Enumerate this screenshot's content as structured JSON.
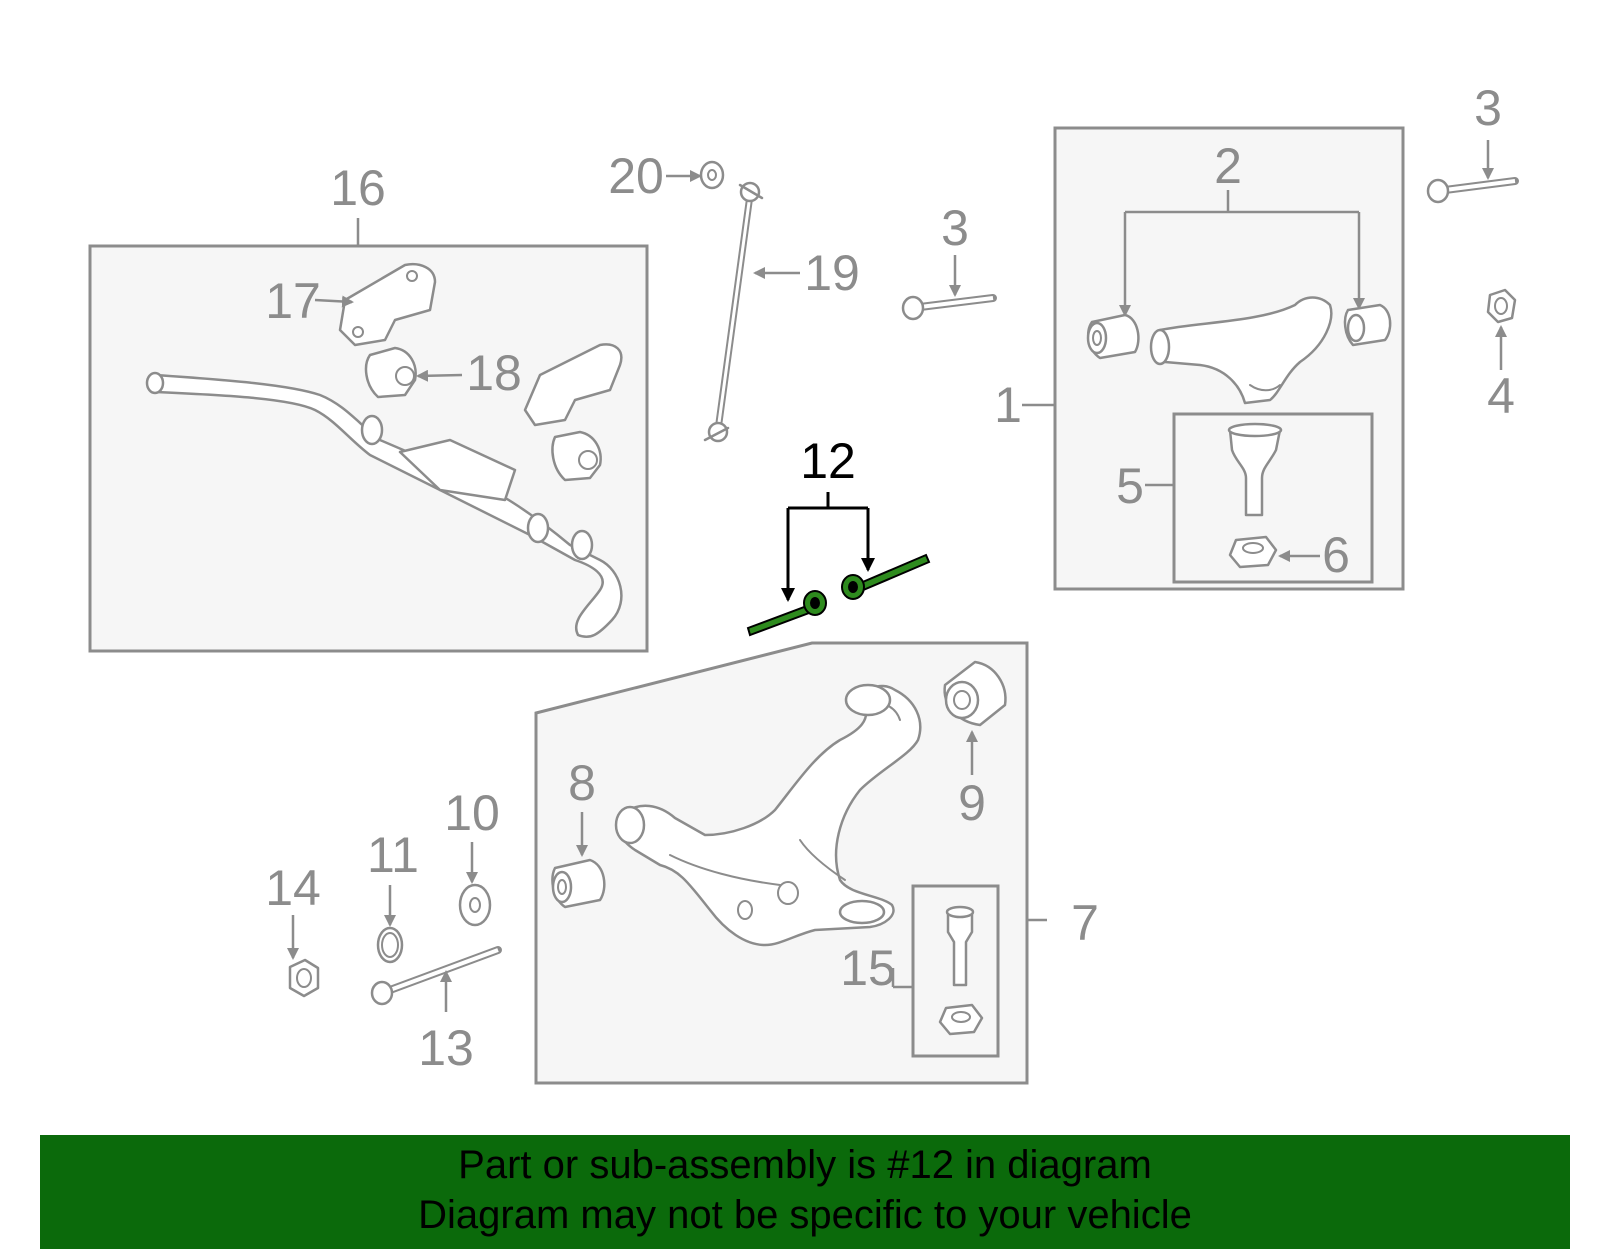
{
  "diagram": {
    "highlighted_callout": "12",
    "highlight_color": "#2e8b1e",
    "banner_color": "#0b6a0b",
    "callouts": {
      "c1": "1",
      "c2": "2",
      "c3a": "3",
      "c3b": "3",
      "c4": "4",
      "c5": "5",
      "c6": "6",
      "c7": "7",
      "c8": "8",
      "c9": "9",
      "c10": "10",
      "c11": "11",
      "c12": "12",
      "c13": "13",
      "c14": "14",
      "c15": "15",
      "c16": "16",
      "c17": "17",
      "c18": "18",
      "c19": "19",
      "c20": "20"
    }
  },
  "banner": {
    "line1": "Part or sub-assembly is #12 in diagram",
    "line2": "Diagram may not be specific to your vehicle"
  }
}
